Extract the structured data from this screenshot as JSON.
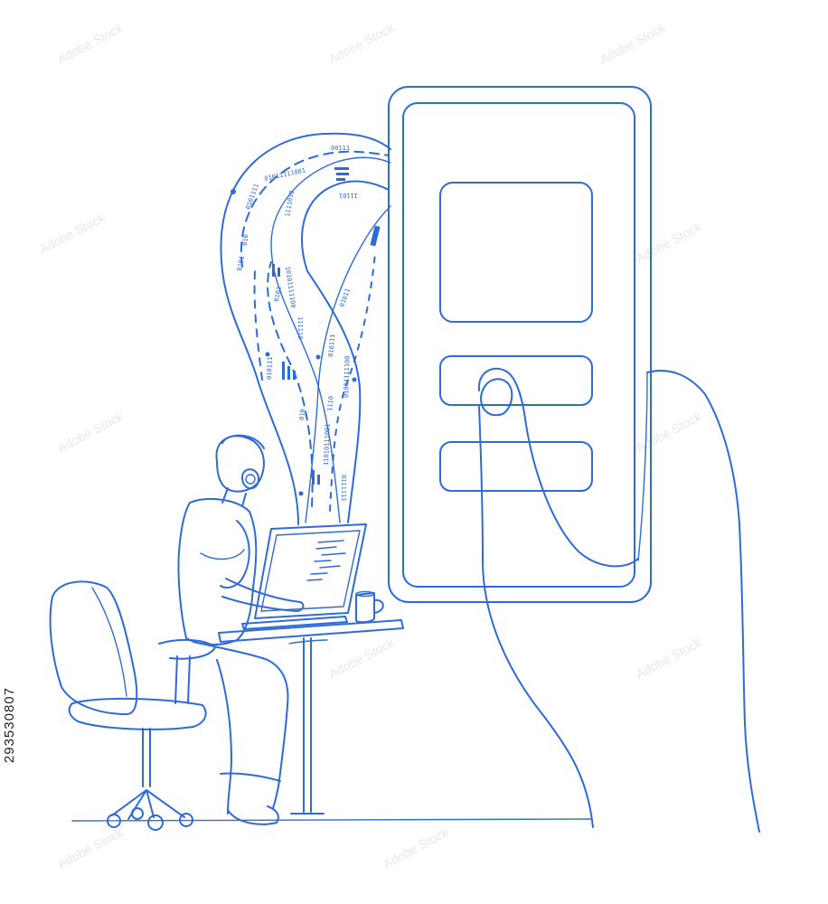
{
  "illustration": {
    "stock_id": "293530807",
    "line_color": "#2f6bd8",
    "code_strings": [
      "00111",
      "01011111001",
      "0101111",
      "11101",
      "0101",
      "1111010",
      "010",
      "0101",
      "010111",
      "10101111100",
      "01011",
      "111110",
      "010111",
      "01011111100",
      "010",
      "1110",
      "11010111001",
      "0111111"
    ]
  },
  "watermark": {
    "label": "Adobe Stock"
  }
}
